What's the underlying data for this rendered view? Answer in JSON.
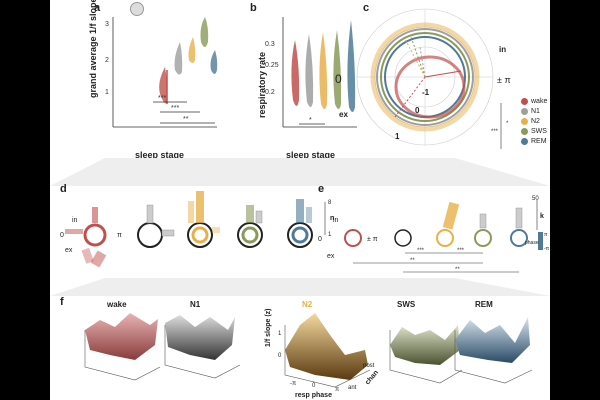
{
  "panels": {
    "a": {
      "letter": "a",
      "ylabel": "grand average 1/f slope",
      "xlabel": "sleep stage",
      "yticks": [
        "1",
        "2",
        "3"
      ],
      "sig": [
        "***",
        "***",
        "**"
      ]
    },
    "b": {
      "letter": "b",
      "ylabel": "respiratory rate",
      "xlabel": "sleep stage",
      "yticks": [
        "0.2",
        "0.25",
        "0.3"
      ],
      "sig": [
        "*"
      ]
    },
    "c": {
      "letter": "c",
      "labels": {
        "zero": "0",
        "pi": "± π",
        "in": "in",
        "ex": "ex",
        "r0": "0",
        "r1": "1",
        "rneg": "-1"
      },
      "sig": [
        "***",
        "*"
      ]
    },
    "d": {
      "letter": "d",
      "labels": {
        "in": "in",
        "ex": "ex",
        "zero": "0",
        "pi": "π",
        "n": "n",
        "max": "8",
        "min": "1"
      }
    },
    "e": {
      "letter": "e",
      "labels": {
        "in": "in",
        "ex": "ex",
        "zero": "0",
        "pi": "± π",
        "k": "k",
        "max": "50",
        "phase": "phase",
        "pi_top": "π",
        "pi_bot": "-π"
      },
      "sig": [
        "***",
        "***",
        "**",
        "**"
      ]
    },
    "f": {
      "letter": "f",
      "titles": [
        "wake",
        "N1",
        "N2",
        "SWS",
        "REM"
      ],
      "zlabel": "1/f slope (z)",
      "xlabel": "resp phase",
      "chan": "chan",
      "post": "post",
      "ant": "ant",
      "xticks": [
        "-π",
        "0",
        "π"
      ],
      "zticks": [
        "0",
        "1"
      ]
    }
  },
  "legend": [
    {
      "label": "wake",
      "color": "#c0504d"
    },
    {
      "label": "N1",
      "color": "#9e9e9e"
    },
    {
      "label": "N2",
      "color": "#e8b04a"
    },
    {
      "label": "SWS",
      "color": "#8a9a5b"
    },
    {
      "label": "REM",
      "color": "#4f7a99"
    }
  ]
}
